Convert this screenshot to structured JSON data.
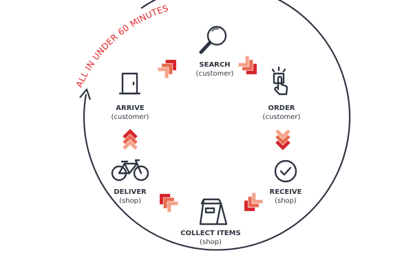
{
  "headline": "ALL IN UNDER 60 MINUTES",
  "colors": {
    "accent": "#d7262e",
    "mid": "#e8694e",
    "light": "#f4a28a",
    "ink": "#2e3440"
  },
  "steps": [
    {
      "title": "SEARCH",
      "actor": "(customer)",
      "icon": "magnifier-icon"
    },
    {
      "title": "ORDER",
      "actor": "(customer)",
      "icon": "tap-button-icon"
    },
    {
      "title": "RECEIVE",
      "actor": "(shop)",
      "icon": "check-circle-icon"
    },
    {
      "title": "COLLECT ITEMS",
      "actor": "(shop)",
      "icon": "paper-bag-icon"
    },
    {
      "title": "DELIVER",
      "actor": "(shop)",
      "icon": "bicycle-icon"
    },
    {
      "title": "ARRIVE",
      "actor": "(customer)",
      "icon": "door-icon"
    }
  ]
}
